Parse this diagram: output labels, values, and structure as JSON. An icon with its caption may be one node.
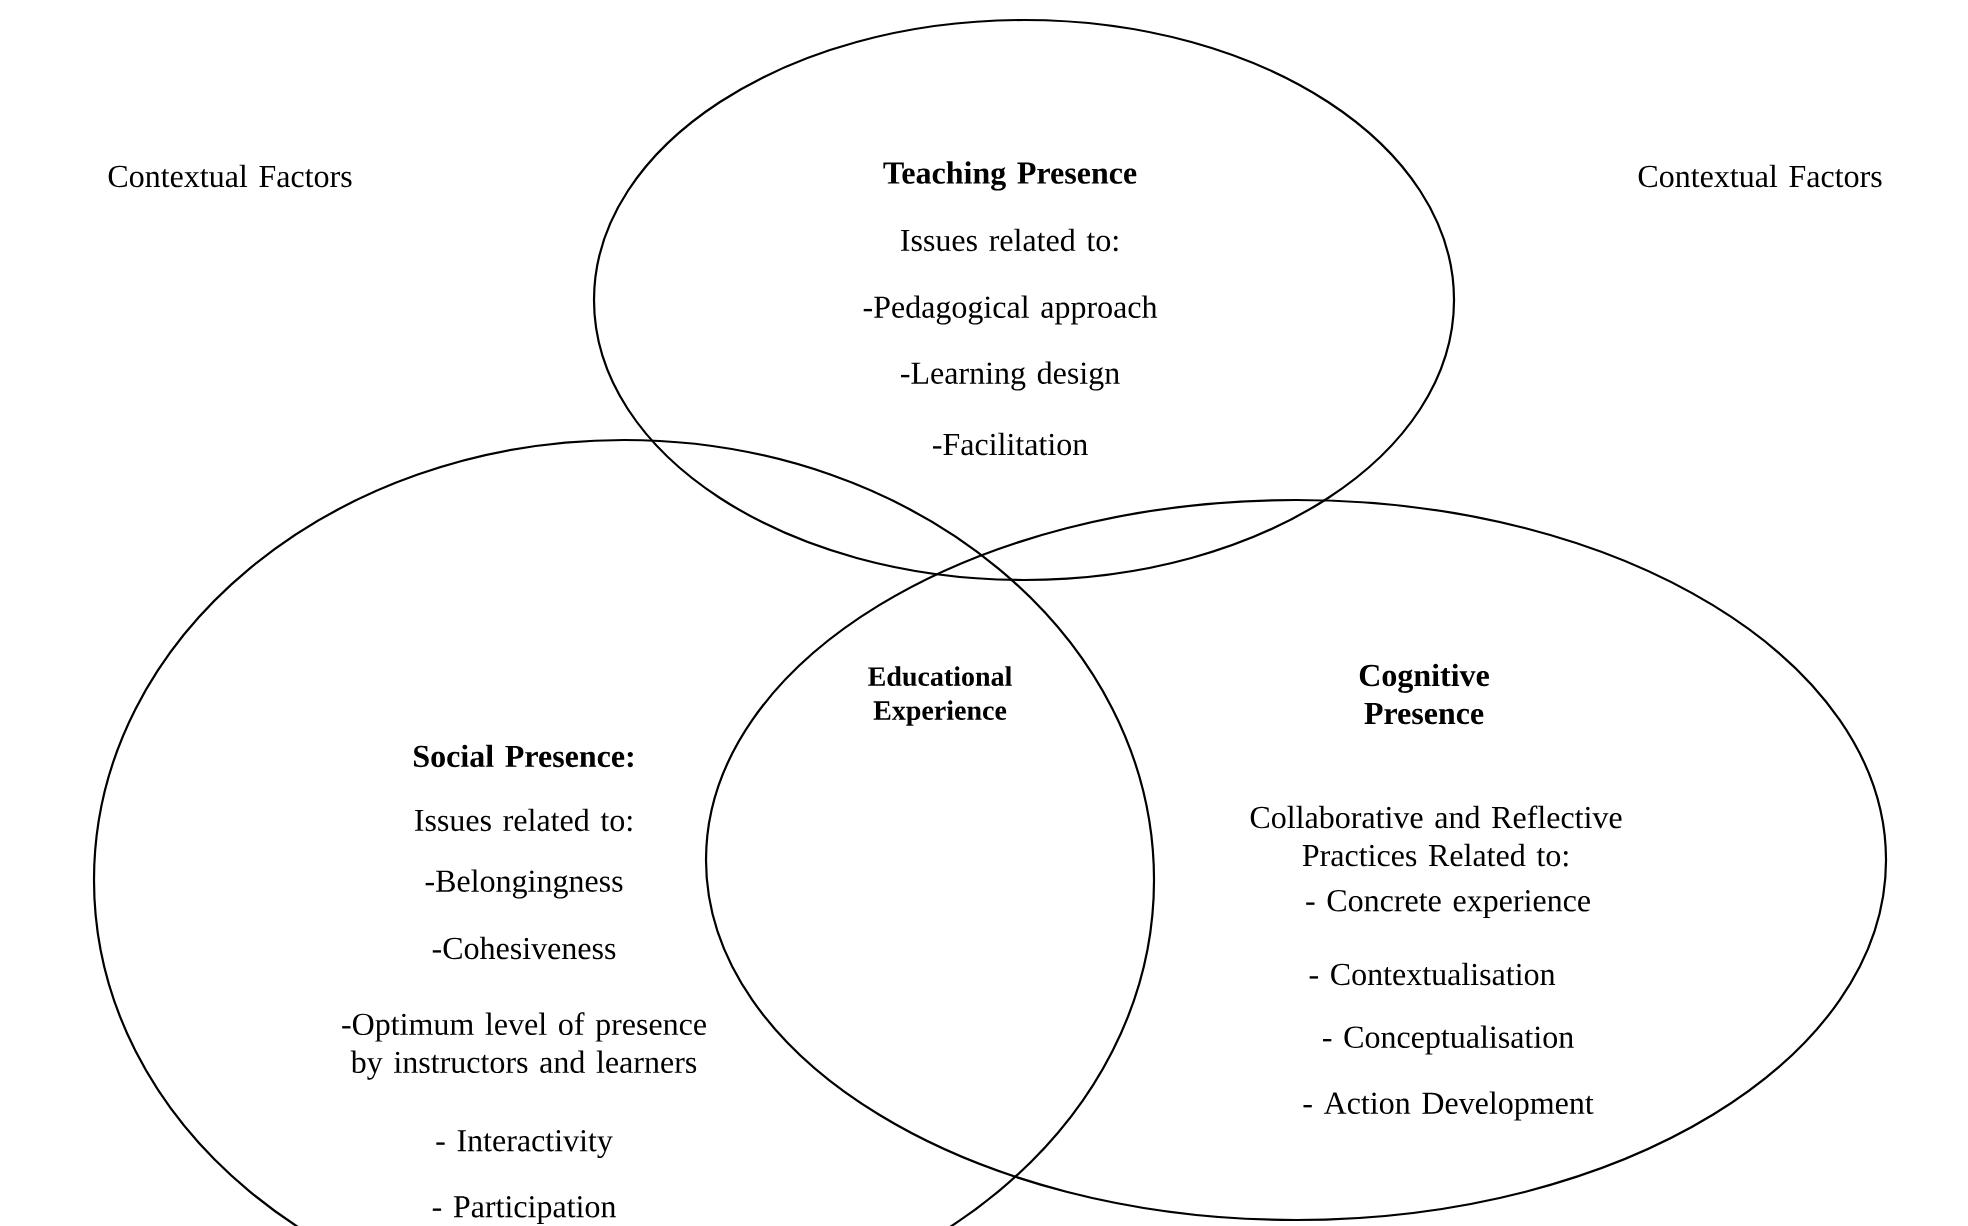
{
  "diagram": {
    "nodes": [
      {
        "text": [
          "Teaching Presence",
          "Issues related to:",
          "-Pedagogical approach",
          "-Learning design",
          "-Facilitation"
        ]
      },
      {
        "text": [
          "Social Presence:",
          "Issues related to:",
          "-Belongingness",
          "-Cohesiveness",
          "-Optimum level of presence by instructors and learners",
          "- Interactivity",
          "- Participation"
        ]
      },
      {
        "text": [
          "Cognitive Presence",
          "Collaborative and Reflective Practices Related to:",
          "- Concrete experience",
          "- Contextualisation",
          "- Conceptualisation",
          "- Action Development"
        ]
      }
    ],
    "labels": [
      "Contextual Factors",
      "Contextual Factors",
      "Educational Experience"
    ]
  }
}
